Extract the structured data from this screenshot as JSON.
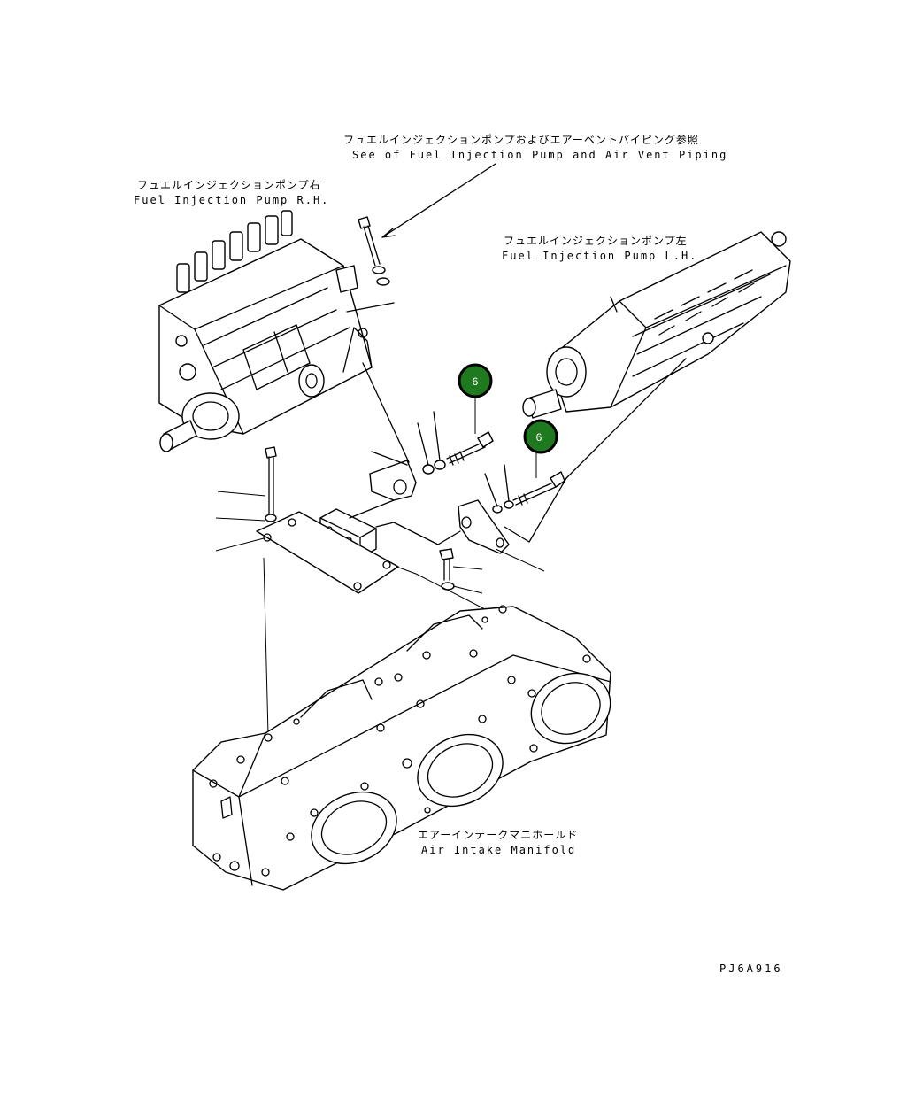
{
  "labels": {
    "see_ref_jp": "フュエルインジェクションポンプおよびエアーベントパイピング参照",
    "see_ref_en": "See of Fuel Injection Pump and Air Vent Piping",
    "pump_rh_jp": "フュエルインジェクションポンプ右",
    "pump_rh_en": "Fuel Injection Pump R.H.",
    "pump_lh_jp": "フュエルインジェクションポンプ左",
    "pump_lh_en": "Fuel Injection Pump L.H.",
    "manifold_jp": "エアーインテークマニホールド",
    "manifold_en": "Air Intake Manifold",
    "drawing_code": "PJ6A916"
  },
  "callouts": [
    {
      "number": "6"
    },
    {
      "number": "6"
    }
  ],
  "colors": {
    "callout_fill": "#1f7a1f",
    "callout_border": "#000000",
    "line": "#000000",
    "background": "#ffffff"
  }
}
